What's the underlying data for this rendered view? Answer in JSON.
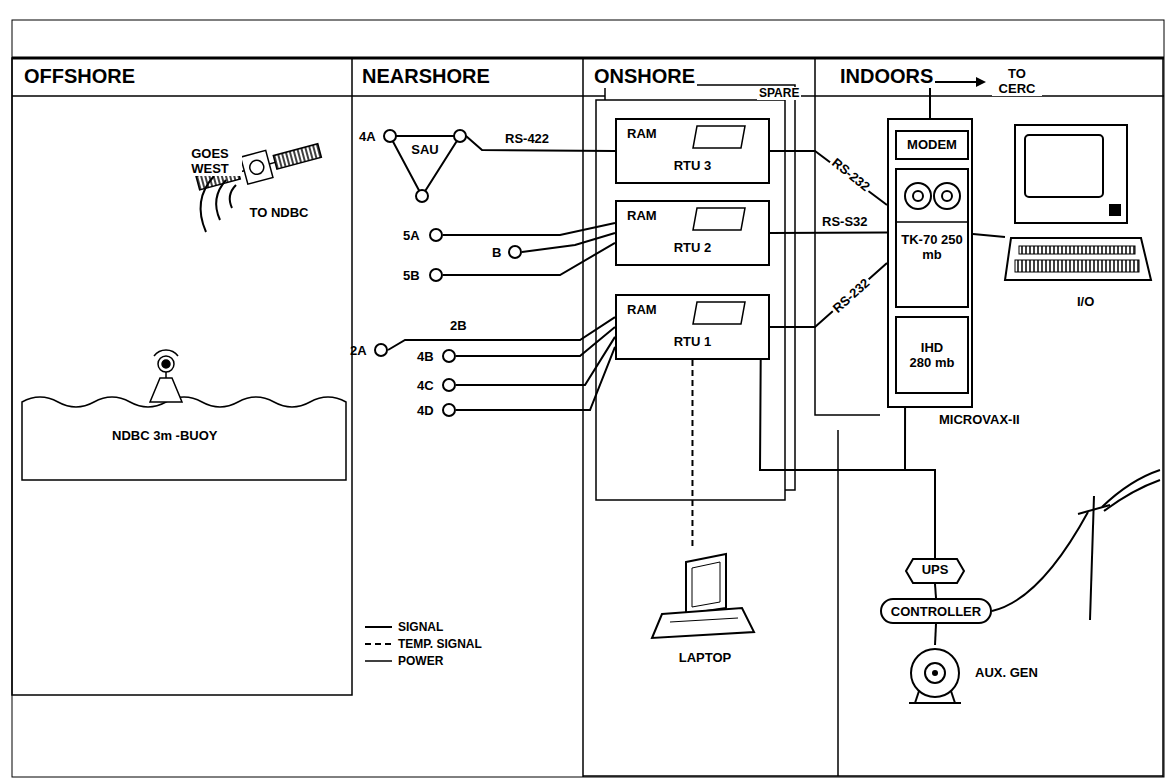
{
  "diagram": {
    "nodes": [
      {
        "text": [
          "SAU"
        ]
      },
      {
        "text": [
          "4A"
        ]
      },
      {
        "text": [
          "5A"
        ]
      },
      {
        "text": [
          "B"
        ]
      },
      {
        "text": [
          "5B"
        ]
      },
      {
        "text": [
          "2A"
        ]
      },
      {
        "text": [
          "4B"
        ]
      },
      {
        "text": [
          "4C"
        ]
      },
      {
        "text": [
          "4D"
        ]
      },
      {
        "text": [
          "RAM",
          "RTU 3"
        ]
      },
      {
        "text": [
          "RAM",
          "RTU 2"
        ]
      },
      {
        "text": [
          "RAM",
          "RTU 1"
        ]
      },
      {
        "text": [
          "LAPTOP"
        ]
      },
      {
        "text": [
          "MICROVAX-II"
        ]
      },
      {
        "text": [
          "MODEM"
        ],
        "in": 13
      },
      {
        "text": [
          "TK-70 250 mb"
        ],
        "in": 13
      },
      {
        "text": [
          "IHD 280 mb"
        ],
        "in": 13
      },
      {
        "text": [
          "I/O"
        ]
      },
      {
        "text": [
          "UPS"
        ]
      },
      {
        "text": [
          "CONTROLLER"
        ]
      },
      {
        "text": [
          "AUX. GEN"
        ]
      }
    ],
    "edges": [
      {
        "from": 0,
        "to": 9,
        "arrow": "none",
        "label": "RS-422"
      },
      {
        "from": 2,
        "to": 10,
        "arrow": "none"
      },
      {
        "from": 3,
        "to": 10,
        "arrow": "none"
      },
      {
        "from": 4,
        "to": 10,
        "arrow": "none"
      },
      {
        "from": 5,
        "to": 11,
        "arrow": "none"
      },
      {
        "from": 6,
        "to": 11,
        "arrow": "none"
      },
      {
        "from": 7,
        "to": 11,
        "arrow": "none"
      },
      {
        "from": 8,
        "to": 11,
        "arrow": "none"
      },
      {
        "from": 9,
        "to": 13,
        "arrow": "none",
        "label": "RS-232"
      },
      {
        "from": 10,
        "to": 13,
        "arrow": "none",
        "label": "RS-S32"
      },
      {
        "from": 11,
        "to": 13,
        "arrow": "none",
        "label": "RS-232"
      },
      {
        "from": 11,
        "to": 12,
        "arrow": "none"
      },
      {
        "from": 13,
        "to": 17,
        "arrow": "none"
      },
      {
        "from": 18,
        "to": 11,
        "arrow": "none"
      },
      {
        "from": 18,
        "to": 13,
        "arrow": "none"
      },
      {
        "from": 19,
        "to": 18,
        "arrow": "none"
      },
      {
        "from": 20,
        "to": 19,
        "arrow": "none"
      }
    ],
    "labels": [
      "OFFSHORE",
      "NEARSHORE",
      "ONSHORE",
      "INDOORS",
      "GOES WEST",
      "TO NDBC",
      "NDBC 3m -BUOY",
      "2B",
      "SPARE",
      "TO CERC"
    ],
    "legend": [
      {
        "text": "SIGNAL"
      },
      {
        "text": "TEMP. SIGNAL"
      },
      {
        "text": "POWER"
      }
    ]
  }
}
